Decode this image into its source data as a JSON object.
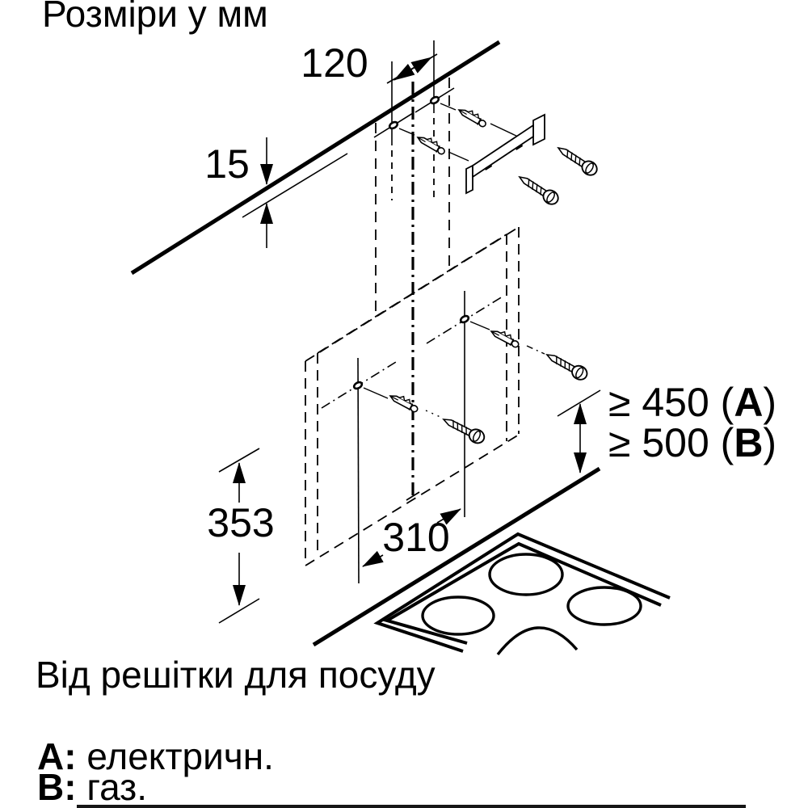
{
  "title": "Розміри у мм",
  "caption": "Від решітки для посуду",
  "legend": {
    "items": [
      {
        "key": "A:",
        "value": "електричн."
      },
      {
        "key": "B:",
        "value": "газ."
      }
    ]
  },
  "dimensions": {
    "bracket_hole_spacing": "120",
    "ceiling_offset": "15",
    "lower_section_height": "353",
    "lower_hole_spacing": "310",
    "clearance_electric": {
      "prefix": "≥ 450 (",
      "letter": "A",
      "suffix": ")"
    },
    "clearance_gas": {
      "prefix": "≥ 500 (",
      "letter": "B",
      "suffix": ")"
    }
  },
  "colors": {
    "ink": "#000000",
    "background": "#ffffff"
  }
}
